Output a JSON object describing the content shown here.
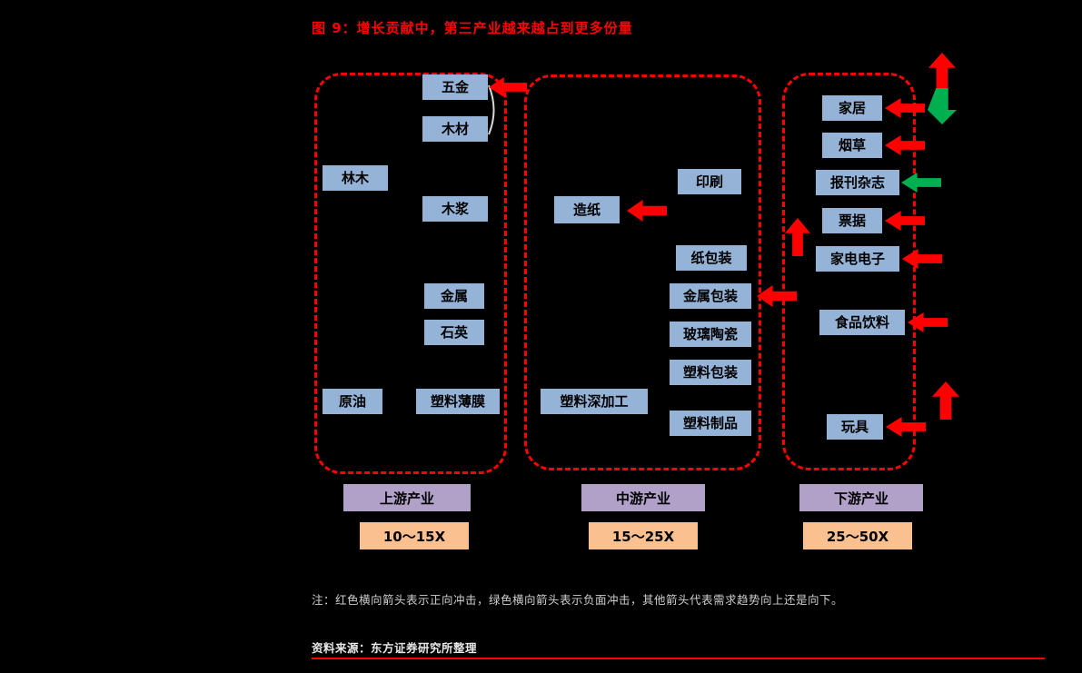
{
  "figure": {
    "title": "图 9：增长贡献中，第三产业越来越占到更多份量",
    "note": "注：红色横向箭头表示正向冲击，绿色横向箭头表示负面冲击，其他箭头代表需求趋势向上还是向下。",
    "source": "资料来源：东方证券研究所整理"
  },
  "upstream": {
    "label": "上游产业",
    "multiple": "10～15X",
    "nodes": {
      "hardware": "五金",
      "wood": "木材",
      "forest": "林木",
      "pulp": "木浆",
      "metal": "金属",
      "quartz": "石英",
      "crude_oil": "原油",
      "plastic_film": "塑料薄膜"
    }
  },
  "midstream": {
    "label": "中游产业",
    "multiple": "15～25X",
    "nodes": {
      "papermaking": "造纸",
      "printing": "印刷",
      "paper_packaging": "纸包装",
      "metal_packaging": "金属包装",
      "glass_ceramics": "玻璃陶瓷",
      "plastic_packaging": "塑料包装",
      "plastic_processing": "塑料深加工",
      "plastic_products": "塑料制品"
    }
  },
  "downstream": {
    "label": "下游产业",
    "multiple": "25～50X",
    "nodes": {
      "home_furnishing": "家居",
      "tobacco": "烟草",
      "press_magazines": "报刊杂志",
      "bills": "票据",
      "home_appliances": "家电电子",
      "food_beverage": "食品饮料",
      "toys": "玩具"
    }
  },
  "icons": {
    "red_left_arrow": "positive-shock-arrow",
    "green_left_arrow": "negative-shock-arrow",
    "red_up_arrow": "demand-trend-up-arrow",
    "green_down_arrow": "demand-trend-down-arrow"
  },
  "colors": {
    "title_red": "#FF0000",
    "border_red": "#FF0000",
    "box_blue": "#95B3D7",
    "stage_purple": "#B1A0C7",
    "mult_orange": "#FAC08F",
    "arrow_red": "#FF0000",
    "arrow_green": "#00B050",
    "background": "#000000"
  }
}
